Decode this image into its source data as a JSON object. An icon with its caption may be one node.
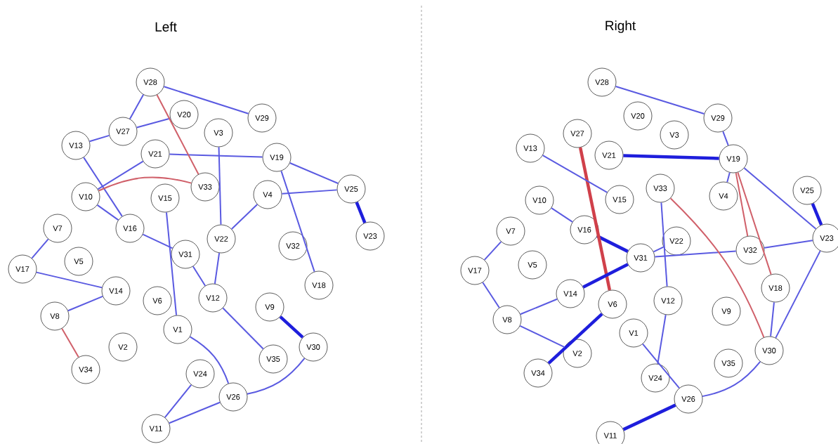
{
  "diagram": {
    "nodes": [
      {
        "text": [
          "V28"
        ]
      },
      {
        "text": [
          "V20"
        ]
      },
      {
        "text": [
          "V29"
        ]
      },
      {
        "text": [
          "V27"
        ]
      },
      {
        "text": [
          "V3"
        ]
      },
      {
        "text": [
          "V13"
        ]
      },
      {
        "text": [
          "V21"
        ]
      },
      {
        "text": [
          "V19"
        ]
      },
      {
        "text": [
          "V33"
        ]
      },
      {
        "text": [
          "V10"
        ]
      },
      {
        "text": [
          "V15"
        ]
      },
      {
        "text": [
          "V4"
        ]
      },
      {
        "text": [
          "V25"
        ]
      },
      {
        "text": [
          "V16"
        ]
      },
      {
        "text": [
          "V7"
        ]
      },
      {
        "text": [
          "V22"
        ]
      },
      {
        "text": [
          "V23"
        ]
      },
      {
        "text": [
          "V31"
        ]
      },
      {
        "text": [
          "V32"
        ]
      },
      {
        "text": [
          "V17"
        ]
      },
      {
        "text": [
          "V5"
        ]
      },
      {
        "text": [
          "V18"
        ]
      },
      {
        "text": [
          "V14"
        ]
      },
      {
        "text": [
          "V6"
        ]
      },
      {
        "text": [
          "V12"
        ]
      },
      {
        "text": [
          "V9"
        ]
      },
      {
        "text": [
          "V8"
        ]
      },
      {
        "text": [
          "V1"
        ]
      },
      {
        "text": [
          "V30"
        ]
      },
      {
        "text": [
          "V2"
        ]
      },
      {
        "text": [
          "V35"
        ]
      },
      {
        "text": [
          "V34"
        ]
      },
      {
        "text": [
          "V24"
        ]
      },
      {
        "text": [
          "V26"
        ]
      },
      {
        "text": [
          "V11"
        ]
      },
      {
        "text": [
          "V28"
        ]
      },
      {
        "text": [
          "V20"
        ]
      },
      {
        "text": [
          "V29"
        ]
      },
      {
        "text": [
          "V27"
        ]
      },
      {
        "text": [
          "V3"
        ]
      },
      {
        "text": [
          "V13"
        ]
      },
      {
        "text": [
          "V21"
        ]
      },
      {
        "text": [
          "V19"
        ]
      },
      {
        "text": [
          "V33"
        ]
      },
      {
        "text": [
          "V10"
        ]
      },
      {
        "text": [
          "V15"
        ]
      },
      {
        "text": [
          "V4"
        ]
      },
      {
        "text": [
          "V25"
        ]
      },
      {
        "text": [
          "V16"
        ]
      },
      {
        "text": [
          "V7"
        ]
      },
      {
        "text": [
          "V22"
        ]
      },
      {
        "text": [
          "V23"
        ]
      },
      {
        "text": [
          "V31"
        ]
      },
      {
        "text": [
          "V32"
        ]
      },
      {
        "text": [
          "V17"
        ]
      },
      {
        "text": [
          "V5"
        ]
      },
      {
        "text": [
          "V18"
        ]
      },
      {
        "text": [
          "V14"
        ]
      },
      {
        "text": [
          "V6"
        ]
      },
      {
        "text": [
          "V12"
        ]
      },
      {
        "text": [
          "V9"
        ]
      },
      {
        "text": [
          "V8"
        ]
      },
      {
        "text": [
          "V1"
        ]
      },
      {
        "text": [
          "V30"
        ]
      },
      {
        "text": [
          "V2"
        ]
      },
      {
        "text": [
          "V35"
        ]
      },
      {
        "text": [
          "V34"
        ]
      },
      {
        "text": [
          "V24"
        ]
      },
      {
        "text": [
          "V26"
        ]
      },
      {
        "text": [
          "V11"
        ]
      }
    ],
    "edges": [
      {
        "from": 12,
        "to": 16,
        "arrow": "none",
        "style": "thick"
      },
      {
        "from": 25,
        "to": 28,
        "arrow": "none",
        "style": "thick"
      },
      {
        "from": 11,
        "to": 12,
        "arrow": "none"
      },
      {
        "from": 9,
        "to": 13,
        "arrow": "none"
      },
      {
        "from": 15,
        "to": 24,
        "arrow": "none"
      },
      {
        "from": 13,
        "to": 17,
        "arrow": "none"
      },
      {
        "from": 17,
        "to": 24,
        "arrow": "none"
      },
      {
        "from": 24,
        "to": 30,
        "arrow": "none"
      },
      {
        "from": 32,
        "to": 34,
        "arrow": "none"
      },
      {
        "from": 33,
        "to": 34,
        "arrow": "none"
      },
      {
        "from": 27,
        "to": 33,
        "arrow": "none"
      },
      {
        "from": 0,
        "to": 3,
        "arrow": "none"
      },
      {
        "from": 3,
        "to": 5,
        "arrow": "none"
      },
      {
        "from": 3,
        "to": 1,
        "arrow": "none"
      },
      {
        "from": 6,
        "to": 7,
        "arrow": "none"
      },
      {
        "from": 7,
        "to": 12,
        "arrow": "none"
      },
      {
        "from": 4,
        "to": 15,
        "arrow": "none"
      },
      {
        "from": 11,
        "to": 15,
        "arrow": "none"
      },
      {
        "from": 5,
        "to": 13,
        "arrow": "none"
      },
      {
        "from": 6,
        "to": 9,
        "arrow": "none"
      },
      {
        "from": 19,
        "to": 22,
        "arrow": "none"
      },
      {
        "from": 26,
        "to": 22,
        "arrow": "none"
      },
      {
        "from": 14,
        "to": 19,
        "arrow": "none"
      },
      {
        "from": 10,
        "to": 27,
        "arrow": "none"
      },
      {
        "from": 28,
        "to": 33,
        "arrow": "none"
      },
      {
        "from": 7,
        "to": 21,
        "arrow": "none"
      },
      {
        "from": 0,
        "to": 2,
        "arrow": "none"
      },
      {
        "from": 0,
        "to": 8,
        "arrow": "none",
        "color": "#d0606a"
      },
      {
        "from": 9,
        "to": 8,
        "arrow": "none",
        "color": "#d0606a"
      },
      {
        "from": 26,
        "to": 31,
        "arrow": "none",
        "color": "#d0606a"
      },
      {
        "from": 48,
        "to": 52,
        "arrow": "none",
        "style": "thick"
      },
      {
        "from": 47,
        "to": 51,
        "arrow": "none",
        "style": "thick"
      },
      {
        "from": 41,
        "to": 42,
        "arrow": "none",
        "style": "thick"
      },
      {
        "from": 37,
        "to": 42,
        "arrow": "none"
      },
      {
        "from": 42,
        "to": 46,
        "arrow": "none"
      },
      {
        "from": 38,
        "to": 58,
        "arrow": "none",
        "style": "thick",
        "color": "#d0404a"
      },
      {
        "from": 57,
        "to": 52,
        "arrow": "none",
        "style": "thick"
      },
      {
        "from": 58,
        "to": 66,
        "arrow": "none",
        "style": "thick"
      },
      {
        "from": 61,
        "to": 64,
        "arrow": "none"
      },
      {
        "from": 52,
        "to": 53,
        "arrow": "none"
      },
      {
        "from": 53,
        "to": 51,
        "arrow": "none"
      },
      {
        "from": 50,
        "to": 52,
        "arrow": "none"
      },
      {
        "from": 68,
        "to": 69,
        "arrow": "none",
        "style": "thick"
      },
      {
        "from": 68,
        "to": 63,
        "arrow": "none"
      },
      {
        "from": 56,
        "to": 63,
        "arrow": "none"
      },
      {
        "from": 42,
        "to": 51,
        "arrow": "none"
      },
      {
        "from": 49,
        "to": 54,
        "arrow": "none"
      },
      {
        "from": 54,
        "to": 61,
        "arrow": "none"
      },
      {
        "from": 40,
        "to": 45,
        "arrow": "none"
      },
      {
        "from": 35,
        "to": 37,
        "arrow": "none"
      },
      {
        "from": 44,
        "to": 48,
        "arrow": "none"
      },
      {
        "from": 42,
        "to": 53,
        "arrow": "none",
        "color": "#d0606a"
      },
      {
        "from": 42,
        "to": 56,
        "arrow": "none",
        "color": "#d0606a"
      },
      {
        "from": 43,
        "to": 63,
        "arrow": "none",
        "color": "#d0606a"
      },
      {
        "from": 59,
        "to": 67,
        "arrow": "none"
      },
      {
        "from": 43,
        "to": 59,
        "arrow": "none"
      },
      {
        "from": 62,
        "to": 68,
        "arrow": "none"
      },
      {
        "from": 57,
        "to": 61,
        "arrow": "none"
      },
      {
        "from": 51,
        "to": 63,
        "arrow": "none"
      }
    ],
    "labels": [
      "Left",
      "Right"
    ]
  }
}
